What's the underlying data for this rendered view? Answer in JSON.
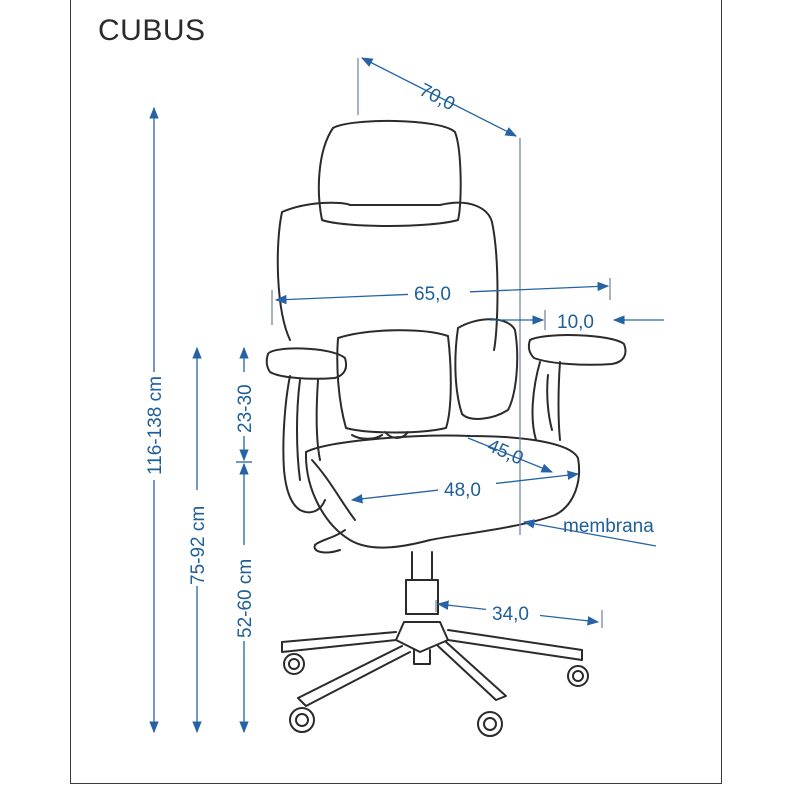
{
  "product": {
    "name": "CUBUS"
  },
  "colors": {
    "dimension": "#2563a6",
    "outline": "#2b2b2b"
  },
  "dimensions": {
    "depth": "70,0",
    "backrest_width": "65,0",
    "armrest_width": "10,0",
    "seat_depth": "45,0",
    "seat_width": "48,0",
    "base_radius": "34,0",
    "total_height": "116-138 cm",
    "armrest_height": "75-92 cm",
    "seat_height": "52-60 cm",
    "armrest_above_seat": "23-30"
  },
  "labels": {
    "seat_material": "membrana"
  }
}
